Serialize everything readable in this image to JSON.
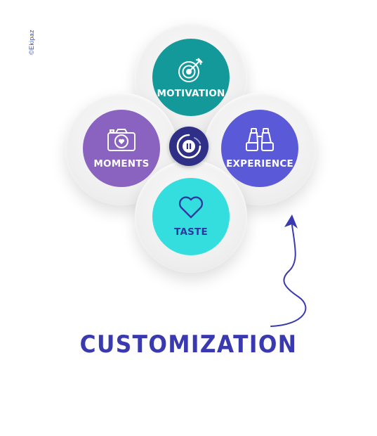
{
  "credit": "©Ekipaz",
  "nodes": {
    "motivation": {
      "label": "MOTIVATION",
      "color": "#14999b",
      "icon": "target-arrow-icon"
    },
    "moments": {
      "label": "MOMENTS",
      "color": "#8a62c0",
      "icon": "camera-heart-icon"
    },
    "experience": {
      "label": "EXPERIENCE",
      "color": "#5a5ad8",
      "icon": "binoculars-icon"
    },
    "taste": {
      "label": "TASTE",
      "color": "#35dede",
      "icon": "heart-icon",
      "label_color": "#2d3aa0"
    }
  },
  "center": {
    "icon": "brand-logo-icon",
    "color": "#2f2f88"
  },
  "title": "CUSTOMIZATION",
  "accent": "#3a3ab0"
}
